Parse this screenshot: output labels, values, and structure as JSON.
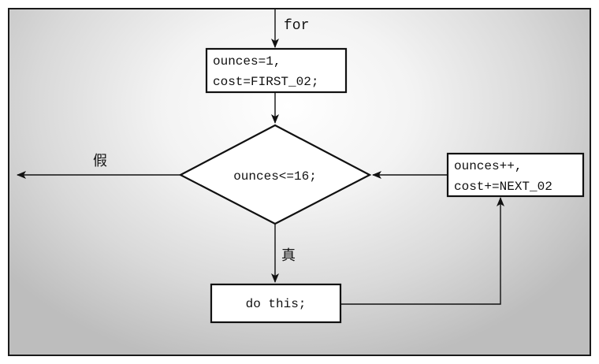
{
  "loop_keyword": "for",
  "init": {
    "line1": "ounces=1,",
    "line2": "cost=FIRST_02;"
  },
  "condition": "ounces<=16;",
  "update": {
    "line1": "ounces++,",
    "line2": "cost+=NEXT_02"
  },
  "body": "do this;",
  "false_label": "假",
  "true_label": "真",
  "colors": {
    "stroke": "#111111",
    "box_fill": "#ffffff",
    "background_center": "#ffffff",
    "background_edge": "#bdbdbd"
  }
}
